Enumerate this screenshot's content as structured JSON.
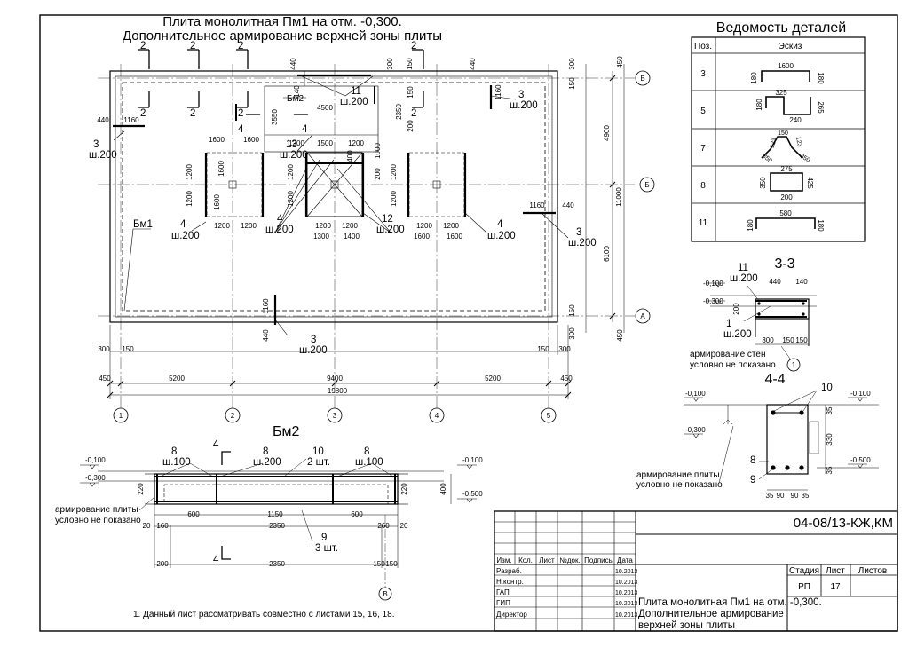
{
  "plan": {
    "title_line1": "Плита монолитная Пм1 на отм. -0,300.",
    "title_line2": "Дополнительное армирование верхней зоны плиты",
    "axes_letters": [
      "В",
      "Б",
      "А"
    ],
    "axes_numbers": [
      "1",
      "2",
      "3",
      "4",
      "5"
    ],
    "beam_label": "Бм1",
    "beam2_label": "Бм2",
    "cut_2": "2",
    "cut_4": "4",
    "pos3": "3",
    "pos4": "4",
    "pos11": "11",
    "pos12": "12",
    "pos13": "13",
    "step200": "ш.200",
    "dims_bottom": [
      "5200",
      "9400",
      "5200"
    ],
    "dim_total": "19800",
    "dim_450": "450",
    "dim_300": "300",
    "dim_150": "150",
    "dims_right": [
      "4900",
      "11000",
      "6100"
    ],
    "dim_1160": "1160",
    "dim_440": "440",
    "dim_1600": "1600",
    "dim_1200": "1200",
    "dim_1500": "1500",
    "dim_1300": "1300",
    "dim_1400": "1400",
    "dim_4500": "4500",
    "dim_2350": "2350",
    "dim_3550": "3550",
    "dim_1000": "1000",
    "dim_200": "200",
    "dim_140": "140",
    "dim_400": "400"
  },
  "schedule": {
    "title": "Ведомость деталей",
    "col_pos": "Поз.",
    "col_sketch": "Эскиз",
    "rows": [
      {
        "pos": "3",
        "dims": [
          "1600",
          "180",
          "180"
        ]
      },
      {
        "pos": "5",
        "dims": [
          "325",
          "180",
          "240",
          "265"
        ]
      },
      {
        "pos": "7",
        "dims": [
          "150",
          "123",
          "123",
          "350",
          "350"
        ]
      },
      {
        "pos": "8",
        "dims": [
          "275",
          "350",
          "425",
          "200"
        ]
      },
      {
        "pos": "11",
        "dims": [
          "580",
          "180",
          "180"
        ]
      }
    ]
  },
  "section33": {
    "title": "3-3",
    "pos": "11",
    "pos1": "1",
    "step": "ш.200",
    "lvl1": "-0,100",
    "lvl2": "-0,300",
    "dims": [
      "440",
      "140",
      "300",
      "150",
      "150",
      "200"
    ],
    "note1": "армирование стен",
    "note2": "условно не показано",
    "axis": "1"
  },
  "section44": {
    "title": "4-4",
    "pos10": "10",
    "pos8": "8",
    "pos9": "9",
    "lvl_left1": "-0,100",
    "lvl_left2": "-0,300",
    "lvl_right1": "-0,100",
    "lvl_right2": "-0,500",
    "dims_bottom": [
      "35",
      "90",
      "90",
      "35"
    ],
    "dim_330": "330",
    "dim_35": "35",
    "note1": "армирование плиты",
    "note2": "условно не показано"
  },
  "bm2": {
    "title": "Бм2",
    "pos8": "8",
    "step100": "ш.100",
    "step200": "ш.200",
    "pos10": "10",
    "pcs2": "2 шт.",
    "pos9": "9",
    "pcs3": "3 шт.",
    "cut4": "4",
    "lvl1": "-0,100",
    "lvl2": "-0,300",
    "lvl3": "-0,100",
    "lvl4": "-0,500",
    "dims_top": [
      "600",
      "1150",
      "600"
    ],
    "dim_2350": "2350",
    "dim_20": "20",
    "dim_160": "160",
    "dim_260": "260",
    "dim_200": "200",
    "dim_150": "150",
    "dim_220": "220",
    "dim_400": "400",
    "note1": "армирование плиты",
    "note2": "условно не показано",
    "axis": "В"
  },
  "note": "1. Данный лист рассматривать совместно с листами 15, 16, 18.",
  "stamp": {
    "code": "04-08/13-КЖ,КМ",
    "headers": [
      "Изм.",
      "Кол.",
      "Лист",
      "№док.",
      "Подпись",
      "Дата"
    ],
    "roles": [
      "Разраб.",
      "Н.контр.",
      "ГАП",
      "ГИП",
      "Директор"
    ],
    "dates": [
      "10.2013",
      "10.2013",
      "10.2013",
      "10.2013",
      "10.2013"
    ],
    "stage_h": "Стадия",
    "sheet_h": "Лист",
    "sheets_h": "Листов",
    "stage": "РП",
    "sheet": "17",
    "title1": "Плита монолитная Пм1 на отм. -0,300.",
    "title2": "Дополнительное армирование",
    "title3": "верхней зоны плиты"
  }
}
